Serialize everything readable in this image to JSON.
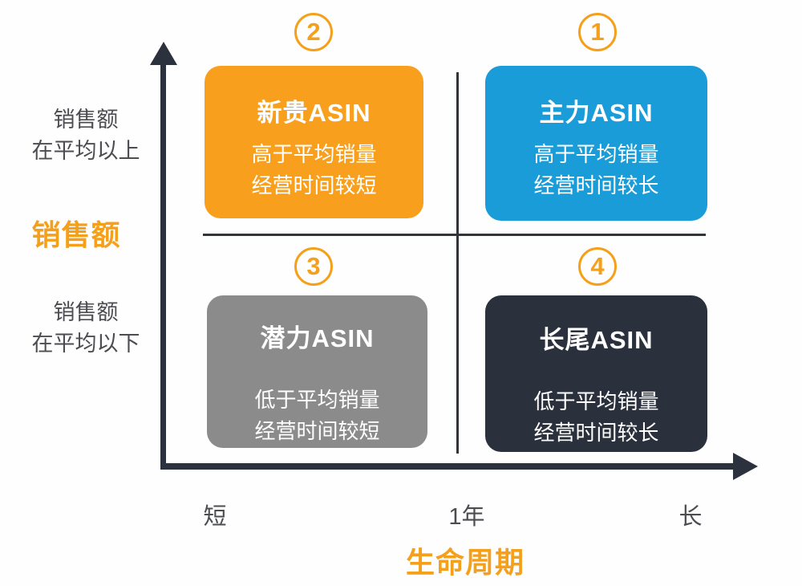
{
  "diagram": {
    "y_axis": {
      "title": "销售额",
      "upper_label": [
        "销售额",
        "在平均以上"
      ],
      "lower_label": [
        "销售额",
        "在平均以下"
      ]
    },
    "x_axis": {
      "title": "生命周期",
      "ticks": [
        "短",
        "1年",
        "长"
      ]
    },
    "quadrants": [
      {
        "number": "1",
        "position": "top-right",
        "name": "主力ASIN",
        "desc": [
          "高于平均销量",
          "经营时间较长"
        ],
        "color": "#199cd8"
      },
      {
        "number": "2",
        "position": "top-left",
        "name": "新贵ASIN",
        "desc": [
          "高于平均销量",
          "经营时间较短"
        ],
        "color": "#f8a01d"
      },
      {
        "number": "3",
        "position": "bottom-left",
        "name": "潜力ASIN",
        "desc": [
          "低于平均销量",
          "经营时间较短"
        ],
        "color": "#8b8b8b"
      },
      {
        "number": "4",
        "position": "bottom-right",
        "name": "长尾ASIN",
        "desc": [
          "低于平均销量",
          "经营时间较长"
        ],
        "color": "#2a313d"
      }
    ],
    "colors": {
      "accent_orange": "#f5a01b",
      "axis_dark": "#2b323e",
      "label_gray": "#4c4d51"
    }
  }
}
